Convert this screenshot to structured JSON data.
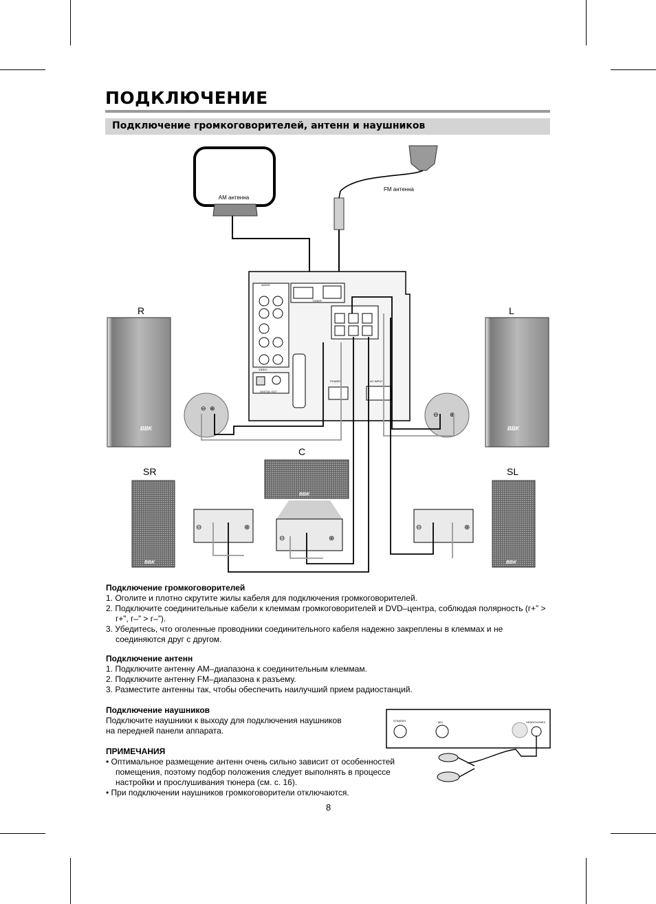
{
  "title": "ПОДКЛЮЧЕНИЕ",
  "section_title": "Подключение громкоговорителей, антенн и наушников",
  "diagram": {
    "am_antenna_label": "AM  антенна",
    "fm_antenna_label": "FM антенна",
    "speaker_labels": {
      "r": "R",
      "l": "L",
      "c": "C",
      "sr": "SR",
      "sl": "SL"
    },
    "brand": "BBK",
    "panel_labels": {
      "audio": "AUDIO",
      "video": "VIDEO",
      "digital_out": "DIGITAL OUT",
      "power": "POWER",
      "ac_input": "AC INPUT",
      "tuner": "TUNER",
      "standby": "STANDBY",
      "mic": "MIC",
      "headphones": "HEADPHONES"
    }
  },
  "speakers_section": {
    "heading": "Подключение громкоговорителей",
    "items": [
      "1. Оголите и плотно скрутите жилы кабеля для подключения громкоговорителей.",
      "2. Подключите соединительные кабели к клеммам громкоговорителей и DVD–центра, соблюдая полярность (г+”   > г+”, г–”   > г–”).",
      "3. Убедитесь, что оголенные проводники соединительного кабеля надежно закреплены в клеммах и не соединяются друг с другом."
    ]
  },
  "antennas_section": {
    "heading": "Подключение антенн",
    "items": [
      "1. Подключите антенну AM–диапазона к соединительным клеммам.",
      "2. Подключите антенну FM–диапазона к разъему.",
      "3. Разместите антенны так, чтобы обеспечить наилучший прием радиостанций."
    ]
  },
  "headphones_section": {
    "heading": "Подключение наушников",
    "line1": "Подключите наушники к выходу для подключения наушников",
    "line2": "на передней панели аппарата."
  },
  "notes_section": {
    "heading": "ПРИМЕЧАНИЯ",
    "items": [
      "• Оптимальное размещение антенн очень сильно зависит от особенностей помещения, поэтому подбор положения следует выполнять в процессе настройки и прослушивания тюнера (см. с. 16).",
      "• При подключении наушников громкоговорители отключаются."
    ]
  },
  "page_number": "8"
}
